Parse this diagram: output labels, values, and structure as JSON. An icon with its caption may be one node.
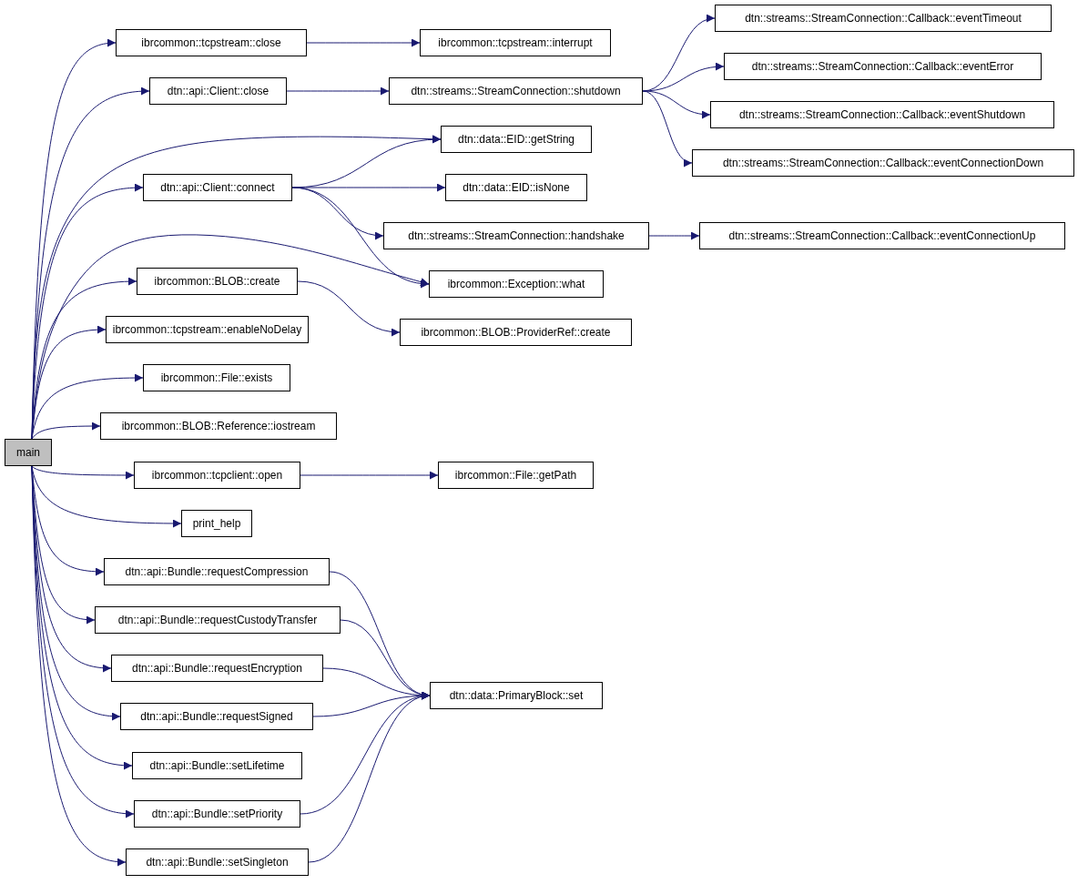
{
  "diagram": {
    "nodes": [
      {
        "text": [
          "main"
        ]
      },
      {
        "text": [
          "ibrcommon::tcpstream::close"
        ]
      },
      {
        "text": [
          "ibrcommon::tcpstream::interrupt"
        ]
      },
      {
        "text": [
          "dtn::api::Client::close"
        ]
      },
      {
        "text": [
          "dtn::streams::StreamConnection::shutdown"
        ]
      },
      {
        "text": [
          "dtn::streams::StreamConnection::Callback::eventTimeout"
        ]
      },
      {
        "text": [
          "dtn::streams::StreamConnection::Callback::eventError"
        ]
      },
      {
        "text": [
          "dtn::streams::StreamConnection::Callback::eventShutdown"
        ]
      },
      {
        "text": [
          "dtn::streams::StreamConnection::Callback::eventConnectionDown"
        ]
      },
      {
        "text": [
          "dtn::data::EID::getString"
        ]
      },
      {
        "text": [
          "dtn::api::Client::connect"
        ]
      },
      {
        "text": [
          "dtn::data::EID::isNone"
        ]
      },
      {
        "text": [
          "dtn::streams::StreamConnection::handshake"
        ]
      },
      {
        "text": [
          "dtn::streams::StreamConnection::Callback::eventConnectionUp"
        ]
      },
      {
        "text": [
          "ibrcommon::Exception::what"
        ]
      },
      {
        "text": [
          "ibrcommon::BLOB::create"
        ]
      },
      {
        "text": [
          "ibrcommon::BLOB::ProviderRef::create"
        ]
      },
      {
        "text": [
          "ibrcommon::tcpstream::enableNoDelay"
        ]
      },
      {
        "text": [
          "ibrcommon::File::exists"
        ]
      },
      {
        "text": [
          "ibrcommon::BLOB::Reference::iostream"
        ]
      },
      {
        "text": [
          "ibrcommon::tcpclient::open"
        ]
      },
      {
        "text": [
          "ibrcommon::File::getPath"
        ]
      },
      {
        "text": [
          "print_help"
        ]
      },
      {
        "text": [
          "dtn::api::Bundle::requestCompression"
        ]
      },
      {
        "text": [
          "dtn::api::Bundle::requestCustodyTransfer"
        ]
      },
      {
        "text": [
          "dtn::api::Bundle::requestEncryption"
        ]
      },
      {
        "text": [
          "dtn::data::PrimaryBlock::set"
        ]
      },
      {
        "text": [
          "dtn::api::Bundle::requestSigned"
        ]
      },
      {
        "text": [
          "dtn::api::Bundle::setLifetime"
        ]
      },
      {
        "text": [
          "dtn::api::Bundle::setPriority"
        ]
      },
      {
        "text": [
          "dtn::api::Bundle::setSingleton"
        ]
      }
    ],
    "edges": [
      {
        "from": 0,
        "to": 1,
        "arrow": "to"
      },
      {
        "from": 0,
        "to": 3,
        "arrow": "to"
      },
      {
        "from": 0,
        "to": 9,
        "arrow": "to"
      },
      {
        "from": 0,
        "to": 10,
        "arrow": "to"
      },
      {
        "from": 0,
        "to": 14,
        "arrow": "to"
      },
      {
        "from": 0,
        "to": 15,
        "arrow": "to"
      },
      {
        "from": 0,
        "to": 17,
        "arrow": "to"
      },
      {
        "from": 0,
        "to": 18,
        "arrow": "to"
      },
      {
        "from": 0,
        "to": 19,
        "arrow": "to"
      },
      {
        "from": 0,
        "to": 20,
        "arrow": "to"
      },
      {
        "from": 0,
        "to": 22,
        "arrow": "to"
      },
      {
        "from": 0,
        "to": 23,
        "arrow": "to"
      },
      {
        "from": 0,
        "to": 24,
        "arrow": "to"
      },
      {
        "from": 0,
        "to": 25,
        "arrow": "to"
      },
      {
        "from": 0,
        "to": 27,
        "arrow": "to"
      },
      {
        "from": 0,
        "to": 28,
        "arrow": "to"
      },
      {
        "from": 0,
        "to": 29,
        "arrow": "to"
      },
      {
        "from": 0,
        "to": 30,
        "arrow": "to"
      },
      {
        "from": 1,
        "to": 2,
        "arrow": "to"
      },
      {
        "from": 3,
        "to": 4,
        "arrow": "to"
      },
      {
        "from": 4,
        "to": 5,
        "arrow": "to"
      },
      {
        "from": 4,
        "to": 6,
        "arrow": "to"
      },
      {
        "from": 4,
        "to": 7,
        "arrow": "to"
      },
      {
        "from": 4,
        "to": 8,
        "arrow": "to"
      },
      {
        "from": 10,
        "to": 9,
        "arrow": "to"
      },
      {
        "from": 10,
        "to": 11,
        "arrow": "to"
      },
      {
        "from": 10,
        "to": 12,
        "arrow": "to"
      },
      {
        "from": 10,
        "to": 14,
        "arrow": "to"
      },
      {
        "from": 12,
        "to": 13,
        "arrow": "to"
      },
      {
        "from": 15,
        "to": 16,
        "arrow": "to"
      },
      {
        "from": 20,
        "to": 21,
        "arrow": "to"
      },
      {
        "from": 23,
        "to": 26,
        "arrow": "to"
      },
      {
        "from": 24,
        "to": 26,
        "arrow": "to"
      },
      {
        "from": 25,
        "to": 26,
        "arrow": "to"
      },
      {
        "from": 27,
        "to": 26,
        "arrow": "to"
      },
      {
        "from": 29,
        "to": 26,
        "arrow": "to"
      },
      {
        "from": 30,
        "to": 26,
        "arrow": "to"
      }
    ]
  }
}
